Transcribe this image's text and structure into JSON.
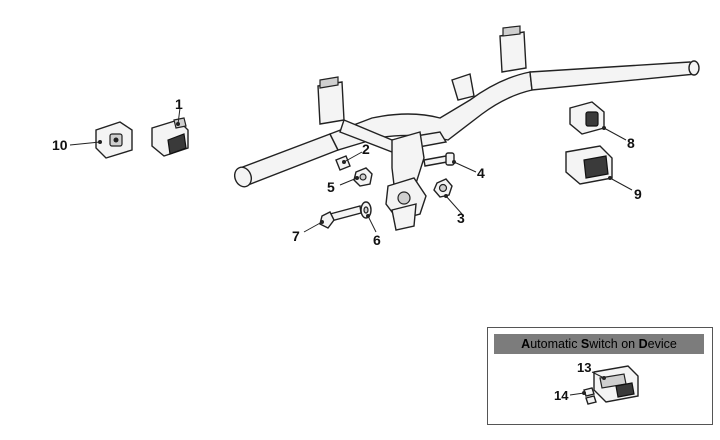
{
  "inset": {
    "title": "Automatic Switch on Device",
    "title_parts": [
      {
        "text": "A",
        "bold": true
      },
      {
        "text": "utomatic ",
        "bold": false
      },
      {
        "text": "S",
        "bold": true
      },
      {
        "text": "witch on ",
        "bold": false
      },
      {
        "text": "D",
        "bold": true
      },
      {
        "text": "evice",
        "bold": false
      }
    ]
  },
  "callouts": {
    "c1": "1",
    "c2": "2",
    "c3": "3",
    "c4": "4",
    "c5": "5",
    "c6": "6",
    "c7": "7",
    "c8": "8",
    "c9": "9",
    "c10": "10",
    "c13": "13",
    "c14": "14"
  },
  "colors": {
    "line": "#222222",
    "inset_bar": "#7c7c7c"
  }
}
